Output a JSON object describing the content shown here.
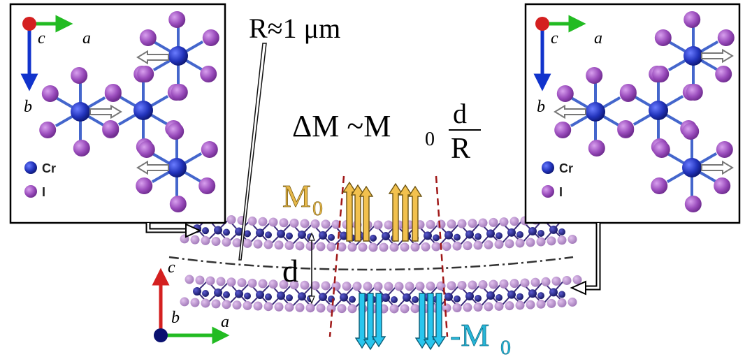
{
  "radius_label": "R≈1 μm",
  "formula": {
    "lhs": "ΔM ~M",
    "sub": "0",
    "num": "d",
    "den": "R"
  },
  "interlayer_label": "d",
  "moment_top": {
    "main": "M",
    "sub": "0"
  },
  "moment_bottom": {
    "main": "-M",
    "sub": "0"
  },
  "left_inset": {
    "axis_c": "c",
    "axis_a": "a",
    "axis_b": "b",
    "legend_cr": "Cr",
    "legend_i": "I"
  },
  "right_inset": {
    "axis_c": "c",
    "axis_a": "a",
    "axis_b": "b",
    "legend_cr": "Cr",
    "legend_i": "I"
  },
  "main_axes": {
    "c": "c",
    "b": "b",
    "a": "a"
  },
  "colors": {
    "chromium": "#23238e",
    "chromium_inset": "#2244cc",
    "iodine": "#b07ac8",
    "iodine_inset": "#8e3aa8",
    "moment_up": "#f2c14e",
    "moment_down": "#29c6ee",
    "moment_label_up": "#e6b84a",
    "moment_label_down": "#27b6d8",
    "axis_red": "#d42020",
    "axis_green": "#22bb22",
    "axis_blue": "#1133cc",
    "axis_navy": "#0a1170",
    "domain_wall": "#a01818"
  }
}
